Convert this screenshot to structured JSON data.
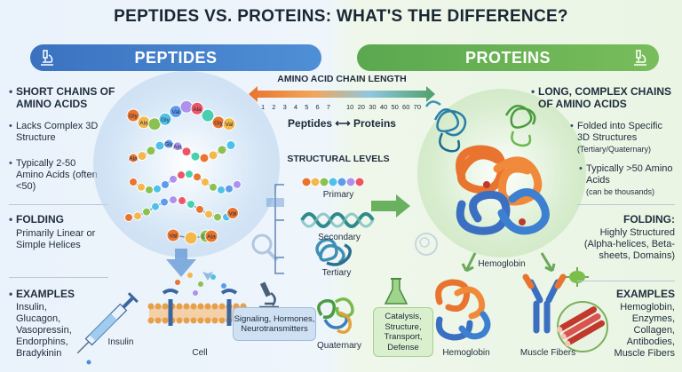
{
  "title": "PEPTIDES VS. PROTEINS: WHAT'S THE DIFFERENCE?",
  "left_header": "PEPTIDES",
  "right_header": "PROTEINS",
  "peptides": {
    "point1": "SHORT CHAINS OF AMINO ACIDS",
    "point2": "Lacks Complex 3D Structure",
    "point3": "Typically 2-50 Amino Acids (often <50)",
    "folding_title": "FOLDING",
    "folding_text": "Primarily Linear or Simple Helices",
    "examples_title": "EXAMPLES",
    "examples": [
      "Insulin,",
      "Glucagon,",
      "Vasopressin,",
      "Endorphins,",
      "Bradykinin"
    ],
    "label_insulin": "Insulin",
    "label_cell": "Cell",
    "signaling_box": "Signaling, Hormones, Neurotransmitters"
  },
  "center": {
    "scale_title": "AMINO ACID CHAIN LENGTH",
    "scale_left": [
      "1",
      "2",
      "3",
      "4",
      "5",
      "6",
      "7"
    ],
    "scale_right": [
      "10",
      "20",
      "30",
      "40",
      "50",
      "60",
      "70"
    ],
    "scale_label_left": "Peptides",
    "scale_label_arrow": "⟷",
    "scale_label_right": "Proteins",
    "levels_title": "STRUCTURAL LEVELS",
    "levels": [
      "Primary",
      "Secondary",
      "Tertiary",
      "Quaternary"
    ],
    "functions_box": "Catalysis, Structure, Transport, Defense"
  },
  "proteins": {
    "point1": "LONG, COMPLEX CHAINS OF AMINO ACIDS",
    "point2": "Folded into Specific 3D Structures",
    "point2_sub": "(Tertiary/Quaternary)",
    "point3": "Typically >50 Amino Acids",
    "point3_sub": "(can be thousands)",
    "folding_title": "FOLDING:",
    "folding_text": "Highly Structured (Alpha-helices, Beta-sheets, Domains)",
    "examples_title": "EXAMPLES",
    "examples": [
      "Hemoglobin,",
      "Enzymes,",
      "Collagen,",
      "Antibodies,",
      "Muscle Fibers"
    ],
    "label_hemoglobin_top": "Hemoglobin",
    "label_hemoglobin_bottom": "Hemoglobin",
    "label_muscle": "Muscle Fibers"
  },
  "beads": [
    "Gly",
    "Ala",
    "Gly",
    "Val",
    "Ala",
    "Gly",
    "Val",
    "Ala",
    "Gly",
    "Ala",
    "Val",
    "Gly",
    "Val",
    "Ala"
  ],
  "colors": {
    "peptide_blue": "#3b72c0",
    "protein_green": "#5aa84f",
    "accent_orange": "#e8742f"
  }
}
